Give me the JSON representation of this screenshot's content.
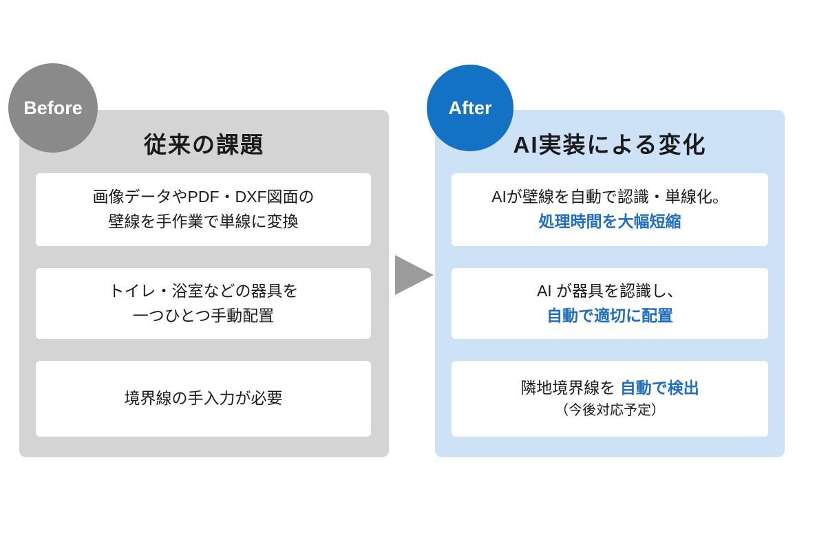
{
  "before": {
    "badge_label": "Before",
    "title": "従来の課題",
    "cards": [
      {
        "line1": "画像データやPDF・DXF図面の",
        "line2": "壁線を手作業で単線に変換"
      },
      {
        "line1": "トイレ・浴室などの器具を",
        "line2": "一つひとつ手動配置"
      },
      {
        "line1": "境界線の手入力が必要"
      }
    ]
  },
  "after": {
    "badge_label": "After",
    "title": "AI実装による変化",
    "cards": [
      {
        "text_black": "AIが壁線を自動で認識・単線化。",
        "text_blue": "処理時間を大幅短縮"
      },
      {
        "text_black": "AI が器具を認識し、",
        "text_blue": "自動で適切に配置"
      },
      {
        "text_black": "隣地境界線を ",
        "text_blue": "自動で検出",
        "note": "（今後対応予定）"
      }
    ]
  },
  "colors": {
    "before_badge": "#8a8a8a",
    "before_panel": "#d4d4d4",
    "after_badge": "#1372c4",
    "after_panel": "#cde2f6",
    "accent_blue": "#1c6ec8",
    "arrow": "#9b9b9b",
    "text": "#1a1a1a"
  }
}
